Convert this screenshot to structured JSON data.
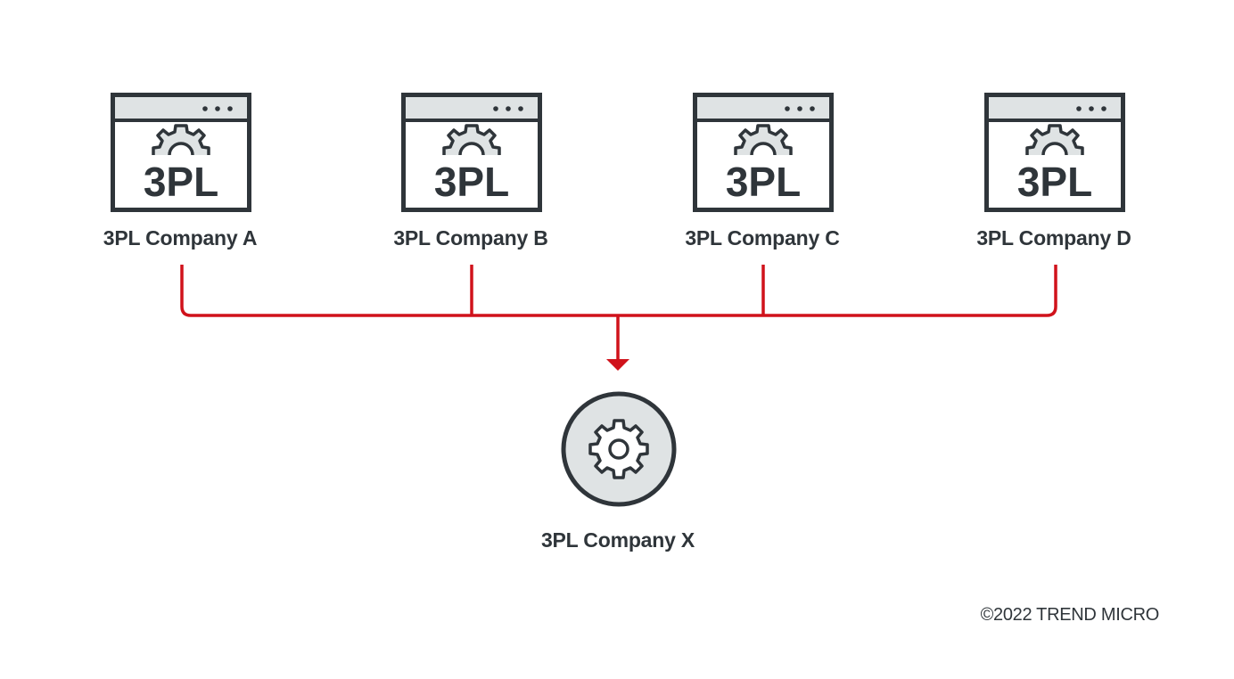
{
  "colors": {
    "ink": "#2f353a",
    "panel": "#dfe3e4",
    "accent_red": "#d0121b",
    "background": "#ffffff"
  },
  "companies": [
    {
      "label": "3PL Company A",
      "icon": "3pl-window-gear-icon",
      "logo_text": "3PL"
    },
    {
      "label": "3PL Company B",
      "icon": "3pl-window-gear-icon",
      "logo_text": "3PL"
    },
    {
      "label": "3PL Company C",
      "icon": "3pl-window-gear-icon",
      "logo_text": "3PL"
    },
    {
      "label": "3PL Company D",
      "icon": "3pl-window-gear-icon",
      "logo_text": "3PL"
    }
  ],
  "hub": {
    "label": "3PL Company X",
    "icon": "gear-circle-icon"
  },
  "connector": {
    "icon": "arrow-down-icon"
  },
  "footer": {
    "copyright": "©2022 TREND MICRO"
  }
}
